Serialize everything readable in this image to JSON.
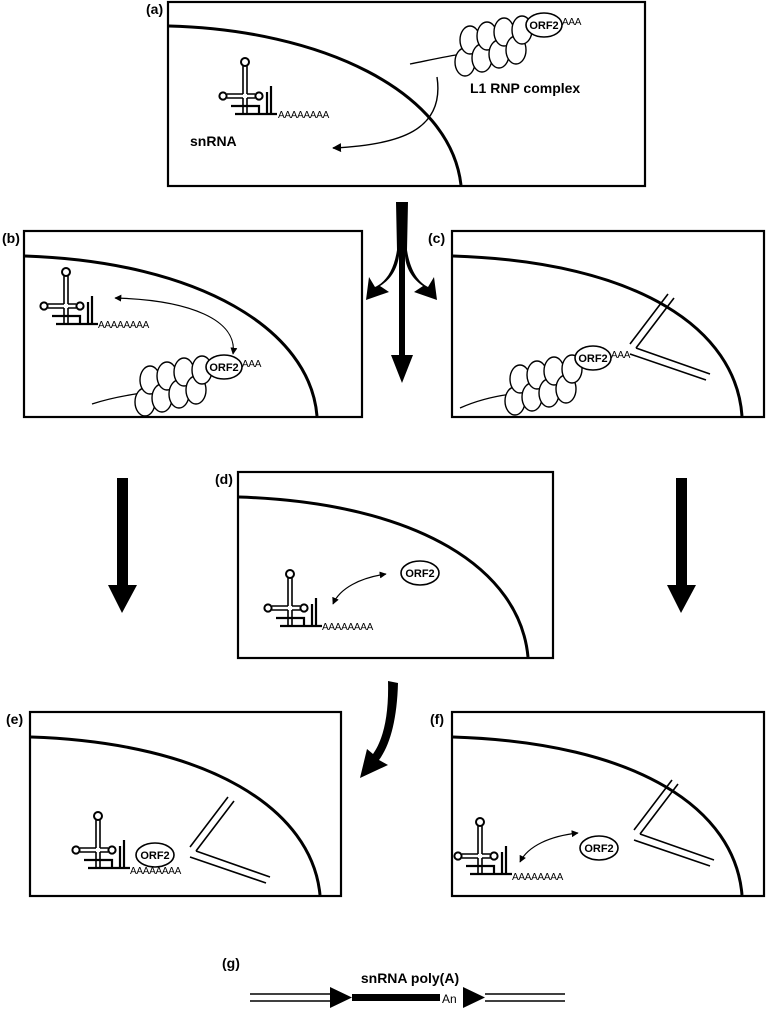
{
  "panels": {
    "a": {
      "label": "(a)"
    },
    "b": {
      "label": "(b)"
    },
    "c": {
      "label": "(c)"
    },
    "d": {
      "label": "(d)"
    },
    "e": {
      "label": "(e)"
    },
    "f": {
      "label": "(f)"
    },
    "g": {
      "label": "(g)"
    }
  },
  "labels": {
    "snrna": "snRNA",
    "l1_rnp": "L1 RNP complex",
    "orf2": "ORF2",
    "polya_tail_short": "AAA",
    "polya_tail_long": "AAAAAAAA",
    "snrna_polya": "snRNA poly(A)",
    "an": "An"
  }
}
